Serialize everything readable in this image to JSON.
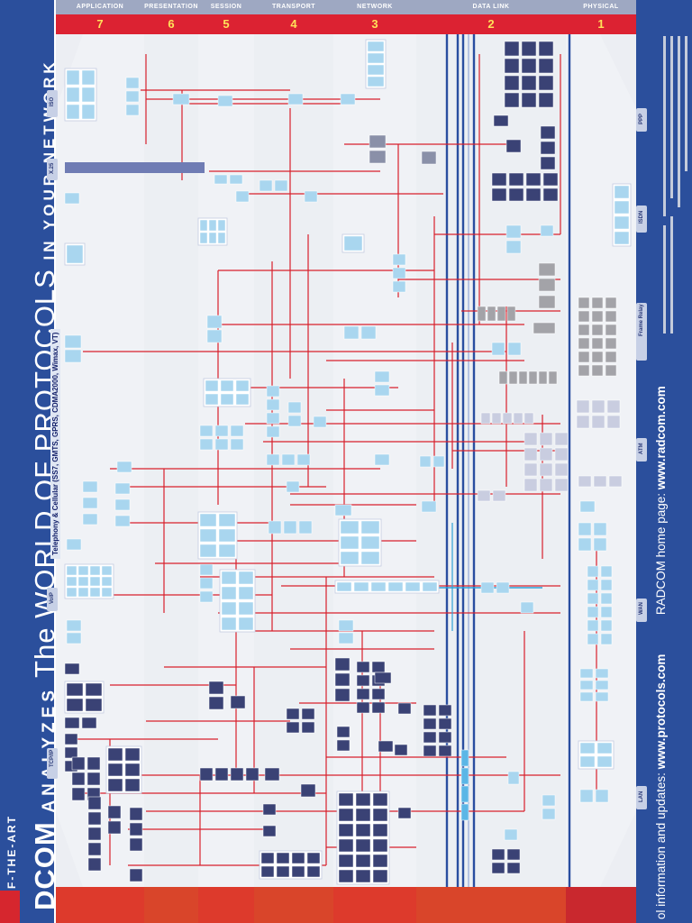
{
  "banner": {
    "brand": "DCOM",
    "analyzes": "ANALYZES",
    "title_the": "The",
    "title_main": "WORLD OF PROTOCOLS",
    "title_sub": "IN YOUR NETWORK",
    "tagline": "ST-OF-THE-ART",
    "telephony": "Telephony & Cellular (SS7, GMTS, GPRS, CDMA2000, Wimax, VT)"
  },
  "layers": [
    {
      "name": "APPLICATION",
      "number": "7"
    },
    {
      "name": "PRESENTATION",
      "number": "6"
    },
    {
      "name": "SESSION",
      "number": "5"
    },
    {
      "name": "TRANSPORT",
      "number": "4"
    },
    {
      "name": "NETWORK",
      "number": "3"
    },
    {
      "name": "DATA LINK",
      "number": "2"
    },
    {
      "name": "PHYSICAL",
      "number": "1"
    }
  ],
  "left_tags": [
    "ISO",
    "X.25",
    "VoIP",
    "TCP/IP"
  ],
  "right_tags": [
    "PPP",
    "ISDN",
    "Frame Relay",
    "ATM",
    "WAN",
    "LAN"
  ],
  "footer": {
    "info_text": "ol information and updates:",
    "info_link": "www.protocols.com",
    "home_text": "RADCOM home page:",
    "home_link": "www.radcom.com"
  },
  "colors": {
    "banner": "#2b4f9c",
    "header_red": "#dc2232",
    "line_red": "#d8202c",
    "bus_blue": "#2a4ea0",
    "box_light": "#a9d6ef",
    "box_dark": "#3a4275",
    "box_gray": "#a3a3a8"
  }
}
